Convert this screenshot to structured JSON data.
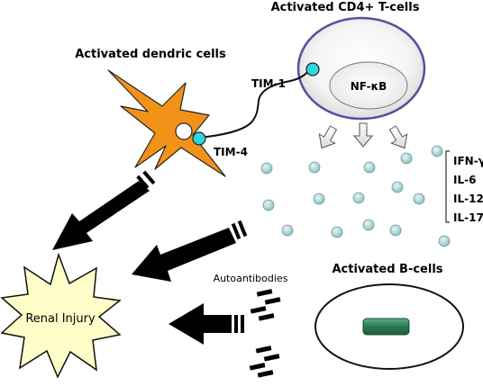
{
  "labels": {
    "t_cells": "Activated CD4+ T-cells",
    "dendric_cells": "Activated dendric cells",
    "tim1": "TIM-1",
    "tim4": "TIM-4",
    "nfkb": "NF-κB",
    "b_cells": "Activated B-cells",
    "autoantibodies": "Autoantibodies",
    "renal_injury": "Renal Injury"
  },
  "cytokines": [
    "IFN-γ",
    "IL-6",
    "IL-12",
    "IL-17"
  ],
  "colors": {
    "dendritic_cell": "#f39219",
    "receptor": "#2ed6e3",
    "t_cell_ring": "#5b4d9c",
    "cytokine_dot": "#aed6d6",
    "b_cell_body": "#2a7a50",
    "injury_star": "#fffdc8",
    "arrow": "#000000"
  }
}
